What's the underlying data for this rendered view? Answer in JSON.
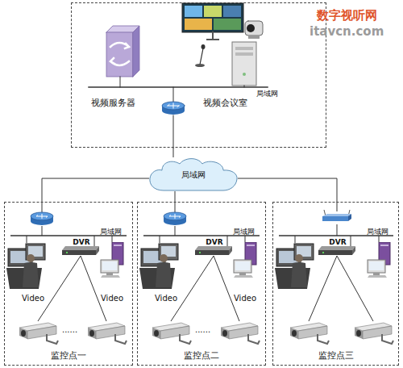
{
  "diagram": {
    "nodes": [
      {
        "text": [
          "局域网"
        ]
      },
      {
        "text": [
          "视频服务器"
        ],
        "in": 0
      },
      {
        "text": [
          "视频会议室"
        ],
        "in": 0
      },
      {
        "text": [
          "局域网"
        ]
      },
      {
        "text": [
          "局域网",
          "监控点一"
        ]
      },
      {
        "text": [
          "DVR"
        ],
        "in": 4
      },
      {
        "text": [
          "局域网",
          "监控点二"
        ]
      },
      {
        "text": [
          "DVR"
        ],
        "in": 6
      },
      {
        "text": [
          "局域网",
          "监控点三"
        ]
      },
      {
        "text": [
          "DVR"
        ],
        "in": 8
      }
    ],
    "edges": [
      {
        "from": 0,
        "to": 3,
        "arrow": "none"
      },
      {
        "from": 3,
        "to": 4,
        "arrow": "none"
      },
      {
        "from": 3,
        "to": 6,
        "arrow": "none"
      },
      {
        "from": 3,
        "to": 8,
        "arrow": "none"
      }
    ],
    "labels": [
      "数字视听网",
      "itavcn.com",
      "Video",
      "Video",
      "Video",
      "Video",
      "......",
      "......"
    ]
  }
}
